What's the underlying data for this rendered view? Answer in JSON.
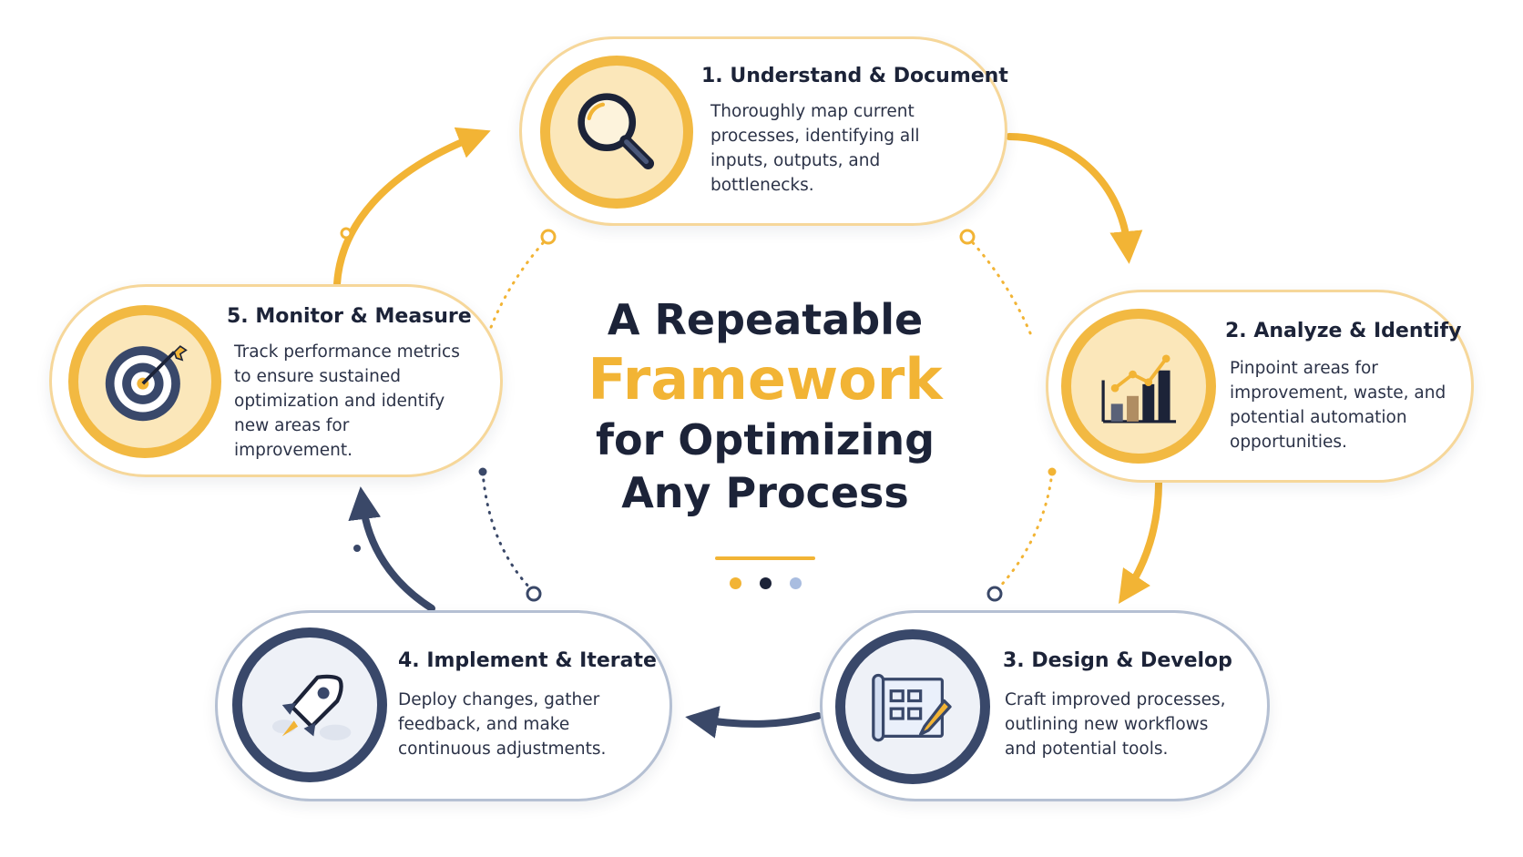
{
  "title": {
    "line1": "A Repeatable",
    "line2": "Framework",
    "line3": "for Optimizing",
    "line4": "Any Process"
  },
  "steps": [
    {
      "title": "1. Understand & Document",
      "description": "Thoroughly map current processes, identifying all inputs, outputs, and bottlenecks.",
      "icon": "magnifier-icon"
    },
    {
      "title": "2. Analyze & Identify",
      "description": "Pinpoint areas for improvement, waste, and potential automation opportunities.",
      "icon": "bar-chart-icon"
    },
    {
      "title": "3. Design & Develop",
      "description": "Craft improved processes, outlining new workflows and potential tools.",
      "icon": "blueprint-icon"
    },
    {
      "title": "4. Implement & Iterate",
      "description": "Deploy changes, gather feedback, and make continuous adjustments.",
      "icon": "rocket-icon"
    },
    {
      "title": "5. Monitor & Measure",
      "description": "Track performance metrics to ensure sustained optimization and identify new areas for improvement.",
      "icon": "target-icon"
    }
  ],
  "colors": {
    "gold": "#f2b435",
    "gold_light": "#fbe7ba",
    "navy": "#39486a",
    "navy_light": "#b5c0d3",
    "text": "#1c2338",
    "dot_gold": "#f2b435",
    "dot_navy": "#1c2338",
    "dot_light": "#a9bde0"
  }
}
